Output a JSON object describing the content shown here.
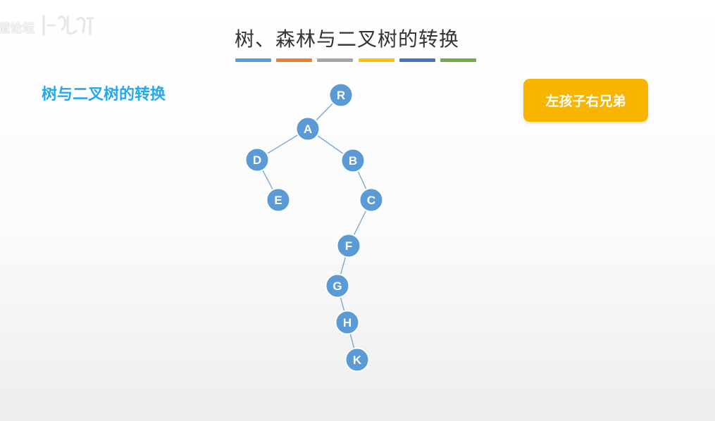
{
  "watermark": {
    "text": "道论坛"
  },
  "slide": {
    "title": "树、森林与二叉树的转换",
    "subtitle": "树与二叉树的转换",
    "method_badge": "左孩子右兄弟",
    "color_bars": [
      "#5b9bd5",
      "#ed7d31",
      "#a5a5a5",
      "#ffc000",
      "#4472c4",
      "#70ad47"
    ]
  },
  "tree": {
    "node_color": "#5b9bd5",
    "edge_color": "#7aa9d6",
    "nodes": [
      {
        "id": "R",
        "label": "R"
      },
      {
        "id": "A",
        "label": "A"
      },
      {
        "id": "D",
        "label": "D"
      },
      {
        "id": "B",
        "label": "B"
      },
      {
        "id": "E",
        "label": "E"
      },
      {
        "id": "C",
        "label": "C"
      },
      {
        "id": "F",
        "label": "F"
      },
      {
        "id": "G",
        "label": "G"
      },
      {
        "id": "H",
        "label": "H"
      },
      {
        "id": "K",
        "label": "K"
      }
    ],
    "edges": [
      [
        "R",
        "A"
      ],
      [
        "A",
        "D"
      ],
      [
        "A",
        "B"
      ],
      [
        "D",
        "E"
      ],
      [
        "B",
        "C"
      ],
      [
        "C",
        "F"
      ],
      [
        "F",
        "G"
      ],
      [
        "G",
        "H"
      ],
      [
        "H",
        "K"
      ]
    ]
  }
}
